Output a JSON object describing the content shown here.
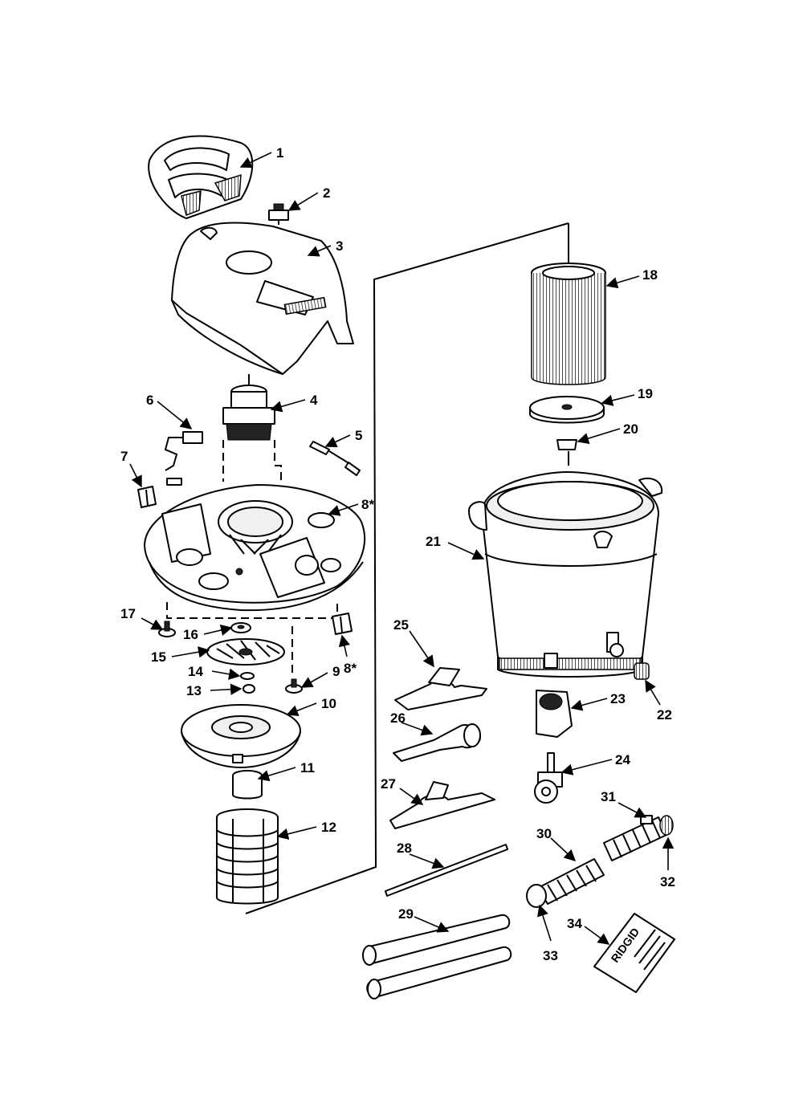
{
  "brand_text": "RIDGID",
  "callouts": [
    "1",
    "2",
    "3",
    "4",
    "5",
    "6",
    "7",
    "8*",
    "8*",
    "9",
    "10",
    "11",
    "12",
    "13",
    "14",
    "15",
    "16",
    "17",
    "18",
    "19",
    "20",
    "21",
    "22",
    "23",
    "24",
    "25",
    "26",
    "27",
    "28",
    "29",
    "30",
    "31",
    "32",
    "33",
    "34"
  ]
}
